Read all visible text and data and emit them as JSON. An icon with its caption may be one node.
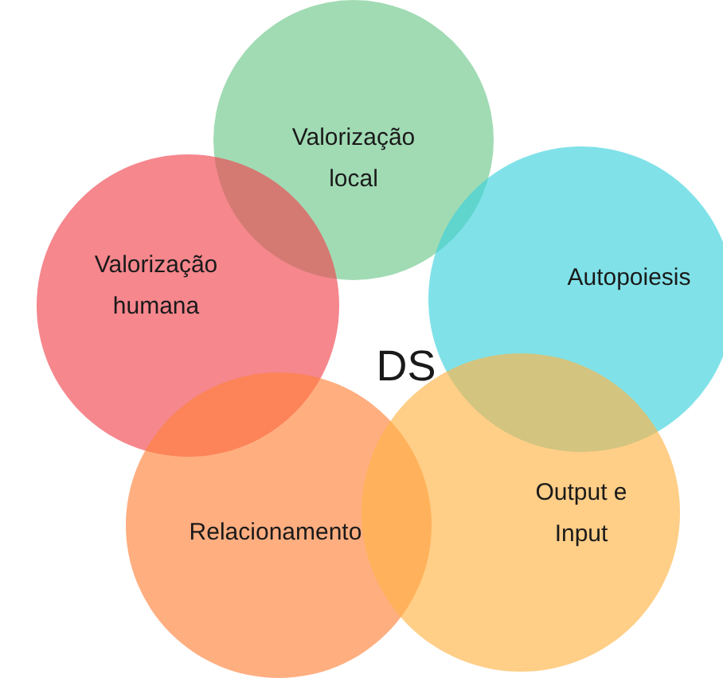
{
  "diagram": {
    "nodes": [
      {
        "text": [
          "Valorização local"
        ]
      },
      {
        "text": [
          "Autopoiesis"
        ]
      },
      {
        "text": [
          "Valorização humana"
        ]
      },
      {
        "text": [
          "Relacionamento"
        ]
      },
      {
        "text": [
          "Output e Input"
        ]
      },
      {
        "text": [
          "DS"
        ]
      }
    ]
  }
}
